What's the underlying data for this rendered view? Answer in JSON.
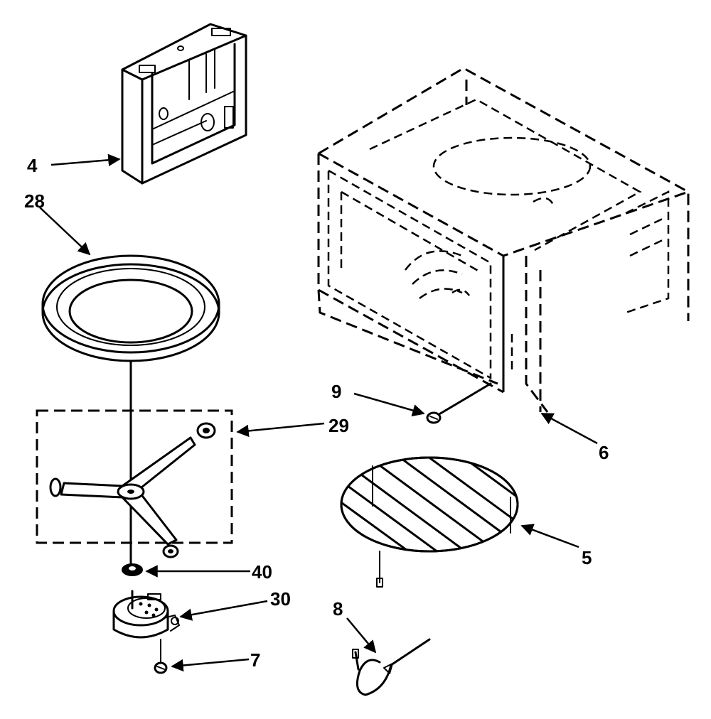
{
  "callouts": {
    "c4": "4",
    "c28": "28",
    "c29": "29",
    "c40": "40",
    "c30": "30",
    "c7": "7",
    "c9": "9",
    "c6": "6",
    "c5": "5",
    "c8": "8"
  }
}
